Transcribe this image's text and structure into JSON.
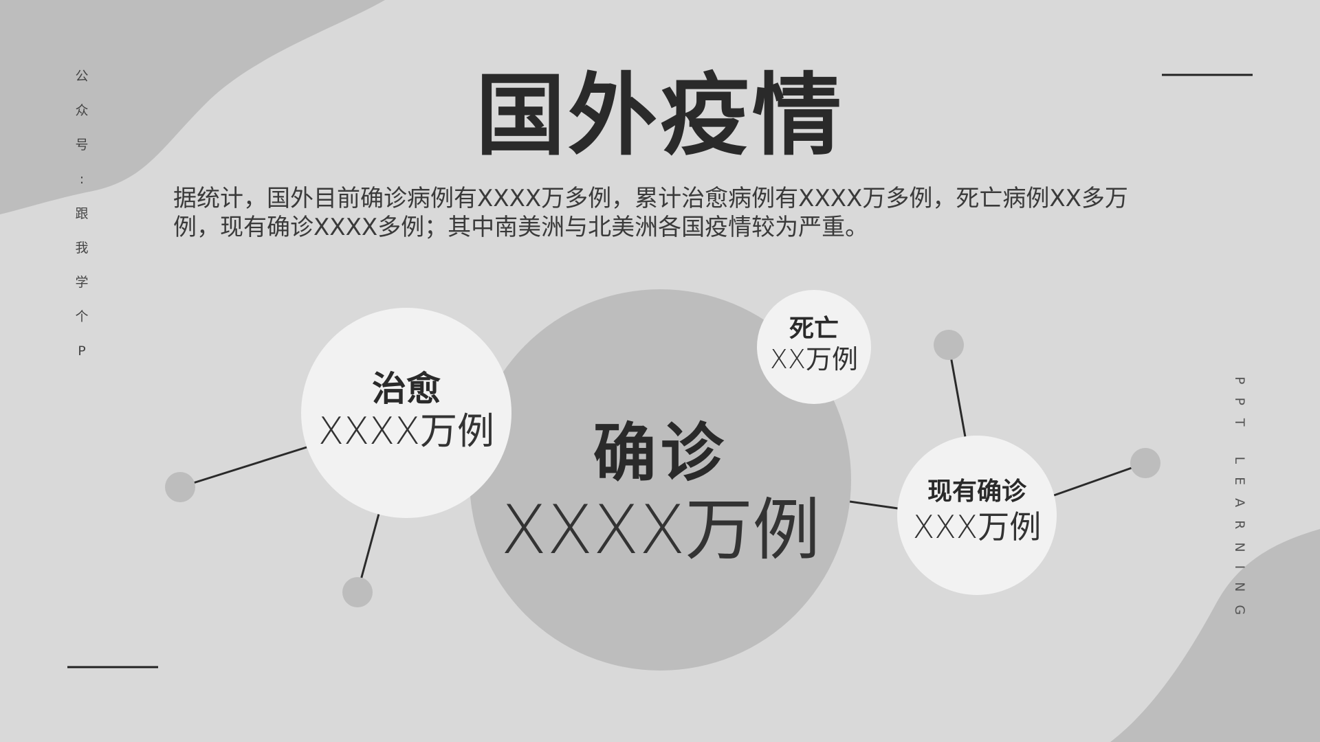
{
  "slide": {
    "title": "国外疫情",
    "description": "据统计，国外目前确诊病例有XXXX万多例，累计治愈病例有XXXX万多例，死亡病例XX多万例，现有确诊XXXX多例；其中南美洲与北美洲各国疫情较为严重。",
    "side_left_chars": [
      "公",
      "众",
      "号",
      ":",
      "跟",
      "我",
      "学",
      "个",
      "P"
    ],
    "side_right_text": "PPT LEARNING",
    "confirmed": {
      "label": "确诊",
      "value": "XXXX万例"
    },
    "cured": {
      "label": "治愈",
      "value": "XXXX万例"
    },
    "death": {
      "label": "死亡",
      "value": "XX万例"
    },
    "current": {
      "label": "现有确诊",
      "value": "XXX万例"
    }
  },
  "colors": {
    "background": "#d9d9d9",
    "blob": "#bdbdbd",
    "light_circle": "#f2f2f2",
    "text_dark": "#2a2a2a"
  }
}
